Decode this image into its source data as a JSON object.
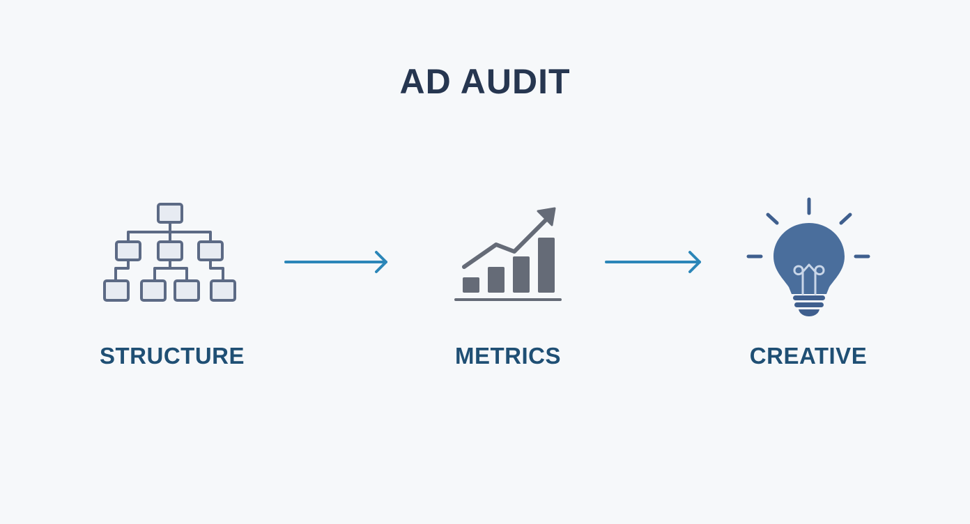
{
  "title": "AD AUDIT",
  "steps": [
    {
      "label": "STRUCTURE",
      "icon": "hierarchy-icon"
    },
    {
      "label": "METRICS",
      "icon": "growth-chart-icon"
    },
    {
      "label": "CREATIVE",
      "icon": "lightbulb-icon"
    }
  ],
  "colors": {
    "background": "#f6f8fa",
    "title": "#263650",
    "label": "#1f4f74",
    "icon_stroke": "#5c6a85",
    "icon_fill": "#e7ebf2",
    "chart_gray": "#656b77",
    "arrow": "#2b86b8",
    "bulb": "#4a6e9c"
  }
}
